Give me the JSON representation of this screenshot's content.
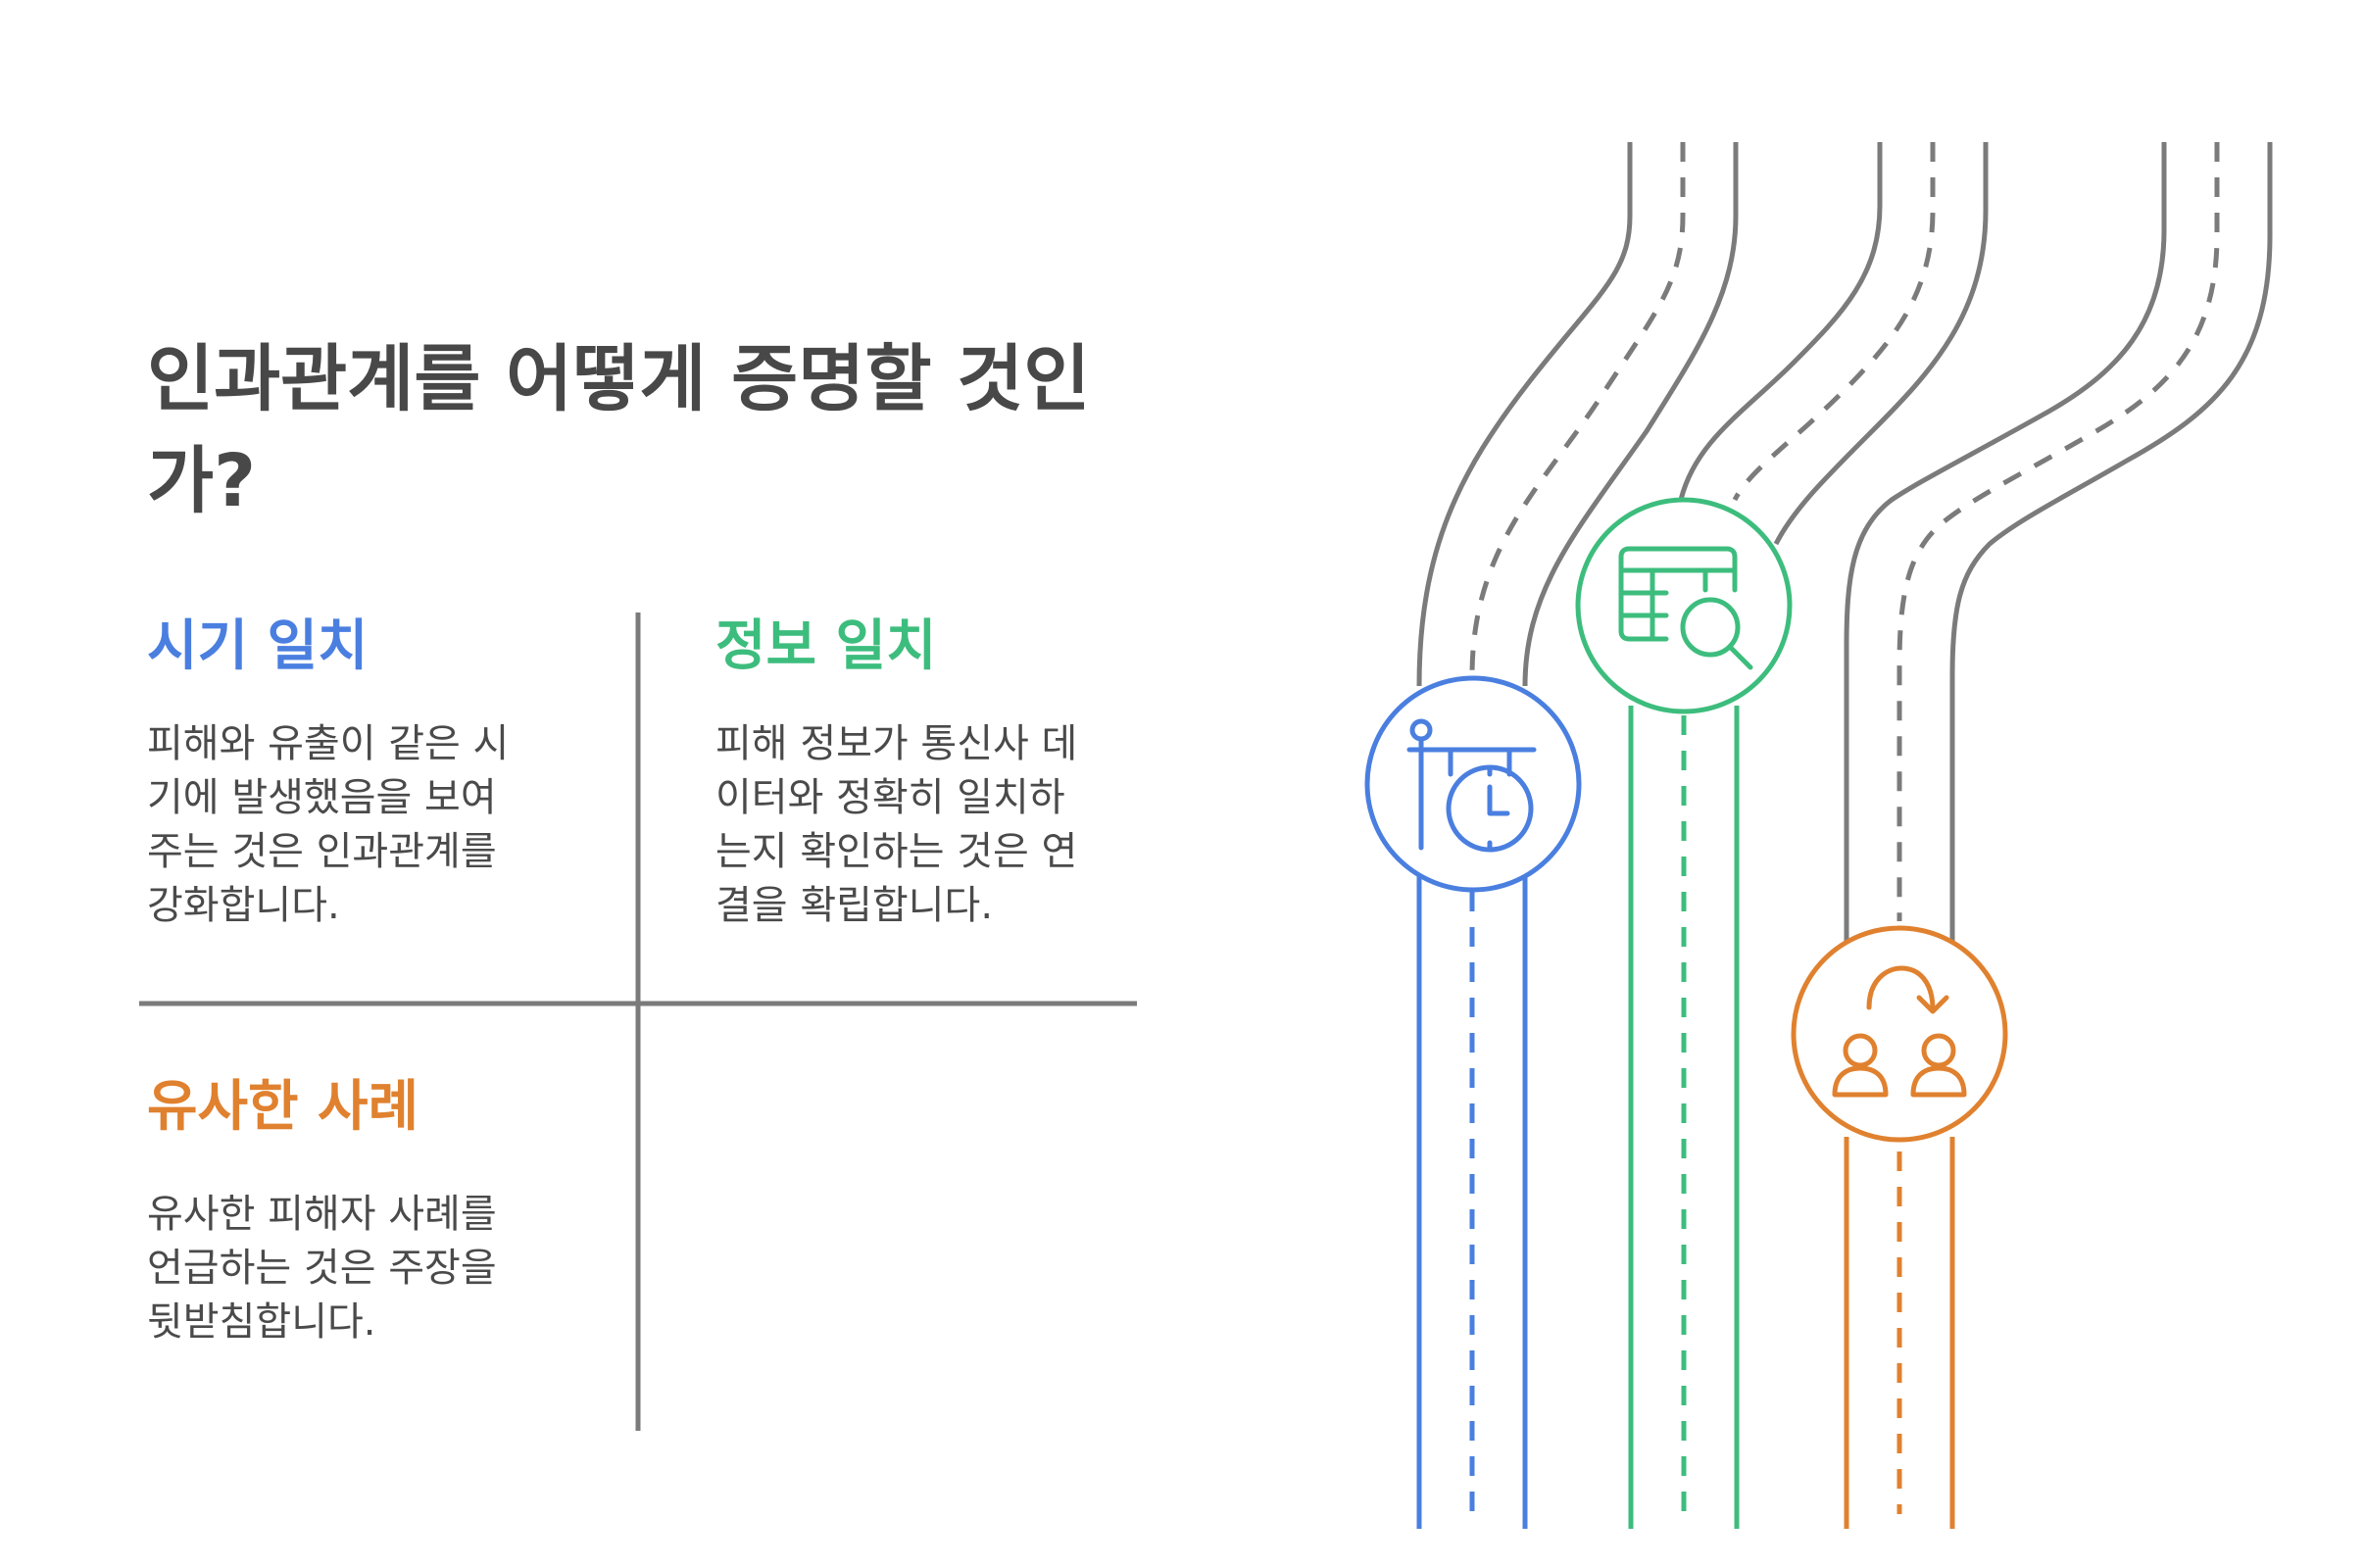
{
  "title": "인과관계를 어떻게 증명할 것인가?",
  "colors": {
    "timing": "#4a7fe0",
    "info": "#3dbd7d",
    "cases": "#e0812f",
    "divider": "#7b7b7b",
    "road": "#7b7b7b",
    "text": "#484848"
  },
  "items": [
    {
      "heading": "시기 일치",
      "text": "피해와 유출이 같은 시\n기에 발생했음을 보여\n주는 것은 인과관계를\n강화합니다.",
      "icon": "signpost-clock-icon"
    },
    {
      "heading": "정보 일치",
      "text": "피해 정보가 통신사 데\n이터와 정확히 일치하\n는지 확인하는 것은 연\n결을 확립합니다.",
      "icon": "table-search-icon"
    },
    {
      "heading": "유사한 사례",
      "text": "유사한 피해자 사례를\n언급하는 것은 주장을\n뒷받침합니다.",
      "icon": "people-exchange-icon"
    }
  ]
}
